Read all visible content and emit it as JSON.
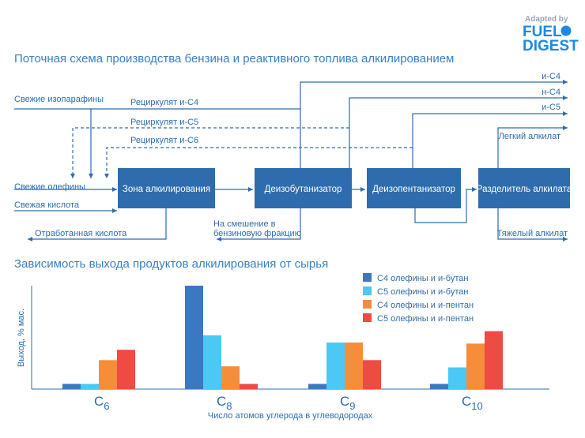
{
  "logo": {
    "line1": "Adapted by",
    "line2": "FUEL",
    "line3": "DIGEST"
  },
  "flow": {
    "title": "Поточная схема производства бензина и реактивного топлива алкилированием",
    "inputs": {
      "fresh_isoparaffins": "Свежие изопарафины",
      "fresh_olefins": "Свежие олефины",
      "fresh_acid": "Свежая кислота"
    },
    "recycles": {
      "ic4": "Рециркулят и-С4",
      "ic5": "Рециркулят и-С5",
      "ic6": "Рециркулят и-С6"
    },
    "units": {
      "alkylation": "Зона алкилирования",
      "deisobutanizer": "Деизобутанизатор",
      "deisopentanizer": "Деизопентанизатор",
      "splitter": "Разделитель алкилата"
    },
    "outputs": {
      "ic4": "и-С4",
      "nc4": "н-С4",
      "ic5": "и-С5",
      "light": "Легкий алкилат",
      "heavy": "Тяжелый алкилат",
      "spent_acid": "Отработанная кислота",
      "blend_line1": "На смешение в",
      "blend_line2": "бензиновую фракцию"
    },
    "colors": {
      "line": "#2e6cae",
      "box": "#2e6cae"
    }
  },
  "chart_data": {
    "type": "bar",
    "title": "Зависимость выхода продуктов алкилирования от сырья",
    "xlabel": "Число атомов углерода в углеводородах",
    "ylabel": "Выход, % мас.",
    "categories": [
      {
        "base": "C",
        "sub": "6"
      },
      {
        "base": "C",
        "sub": "8"
      },
      {
        "base": "C",
        "sub": "9"
      },
      {
        "base": "C",
        "sub": "10"
      }
    ],
    "ylim": [
      0,
      100
    ],
    "grid": false,
    "legend_position": "top-right",
    "series": [
      {
        "name": "С4 олефины и и-бутан",
        "color": "#3b78c2",
        "values": [
          5,
          100,
          5,
          5
        ]
      },
      {
        "name": "С5 олефины и и-бутан",
        "color": "#4cc8f4",
        "values": [
          5,
          52,
          45,
          21
        ]
      },
      {
        "name": "С4 олефины и и-пентан",
        "color": "#f68d3a",
        "values": [
          28,
          22,
          45,
          44
        ]
      },
      {
        "name": "С5 олефины и и-пентан",
        "color": "#ee4b44",
        "values": [
          38,
          5,
          28,
          56
        ]
      }
    ]
  }
}
